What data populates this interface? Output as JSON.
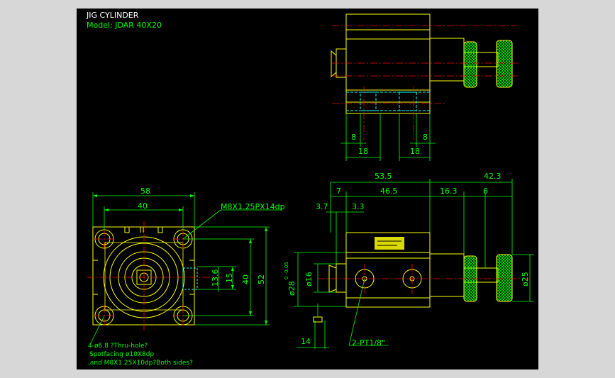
{
  "drawing": {
    "title": "JIG CYLINDER",
    "model": "Model:  JDAR  40X20"
  },
  "front_view": {
    "dims": {
      "width_outer": "58",
      "width_inner": "40",
      "height_13_6": "13.6",
      "height_15": "15",
      "height_40": "40",
      "height_52": "52"
    },
    "thread_callout": "M8X1.25PX14dp",
    "notes": [
      "4-ø6.8  ?Thru-hole?",
      "Spotfacing  ø10X8dp",
      ",and M8X1.25X10dp?Both sides?"
    ]
  },
  "top_view": {
    "dims": [
      "8",
      "8",
      "18",
      "18"
    ]
  },
  "side_view": {
    "dims": {
      "overall_left": "53.5",
      "overall_right": "42.3",
      "d7": "7",
      "d46_5": "46.5",
      "d16_3": "16.3",
      "d6": "6",
      "d3_7": "3.7",
      "d3_3": "3.3",
      "d14": "14",
      "dia28": "ø28",
      "dia28_tol": "0 -0.05",
      "dia16": "ø16",
      "dia25": "ø25"
    },
    "port_callout": "2-PT1/8\""
  },
  "colors": {
    "background": "#000000",
    "frame": "#d7d7d7",
    "outline": "#ffff00",
    "dimension": "#00ff00",
    "centerline": "#ff0000",
    "hidden": "#00ffff",
    "text": "#ffffff"
  }
}
